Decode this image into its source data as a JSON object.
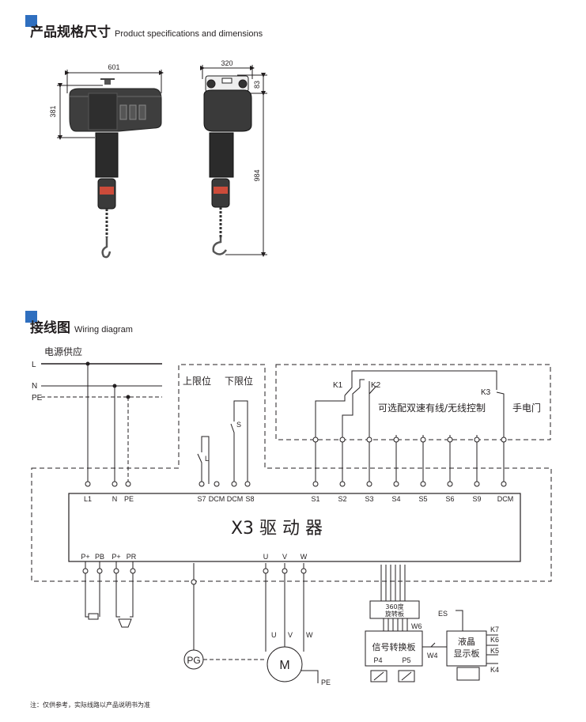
{
  "sections": {
    "spec_title_zh": "产品规格尺寸",
    "spec_title_en": "Product specifications and dimensions",
    "wiring_title_zh": "接线图",
    "wiring_title_en": "Wiring diagram"
  },
  "dimensions": {
    "width_front": "601",
    "height_body": "381",
    "width_side": "320",
    "top_height": "83",
    "total_height": "984"
  },
  "wiring": {
    "power_supply": "电源供应",
    "lines": {
      "l": "L",
      "n": "N",
      "pe": "PE"
    },
    "upper_limit": "上限位",
    "lower_limit": "下限位",
    "switch_l": "L",
    "switch_s": "S",
    "optional_control": "可选配双速有线/无线控制",
    "manual_door": "手电门",
    "k1": "K1",
    "k2": "K2",
    "k3": "K3",
    "driver_title": "X3 驱 动 器",
    "top_terminals": [
      "L1",
      "N",
      "PE",
      "S7",
      "DCM",
      "DCM",
      "S8",
      "S1",
      "S2",
      "S3",
      "S4",
      "S5",
      "S6",
      "S9",
      "DCM"
    ],
    "bottom_terminals": [
      "P+",
      "PB",
      "P+",
      "PR",
      "U",
      "V",
      "W"
    ],
    "motor_u": "U",
    "motor_v": "V",
    "motor_w": "W",
    "motor": "M",
    "pg": "PG",
    "motor_pe": "PE",
    "rotation_board": "360度旋转板",
    "rotation_board_line1": "360度",
    "rotation_board_line2": "旋转板",
    "signal_board": "信号转换板",
    "p4": "P4",
    "p5": "P5",
    "w6": "W6",
    "w4": "W4",
    "lcd_board_line1": "液晶",
    "lcd_board_line2": "显示板",
    "es": "ES",
    "k_right": [
      "K7",
      "K6",
      "K5",
      "K4"
    ]
  },
  "note": "注：仅供参考，实际线路以产品说明书为准",
  "colors": {
    "accent": "#2f6fbf",
    "line": "#231f20"
  }
}
